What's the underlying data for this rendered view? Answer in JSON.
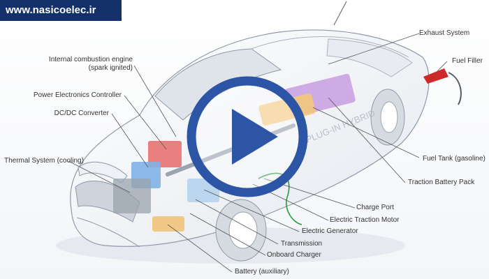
{
  "watermark": {
    "text": "www.nasicoelec.ir"
  },
  "labels": {
    "internal_combustion_line1": "Internal combustion engine",
    "internal_combustion_line2": "(spark ignited)",
    "power_electronics": "Power Electronics Controller",
    "dc_dc": "DC/DC Converter",
    "thermal": "Thermal System (cooling)",
    "exhaust": "Exhaust System",
    "fuel_filler": "Fuel Filler",
    "fuel_tank": "Fuel Tank (gasoline)",
    "traction_battery": "Traction Battery Pack",
    "charge_port": "Charge Port",
    "traction_motor": "Electric Traction Motor",
    "generator": "Electric Generator",
    "transmission": "Transmission",
    "onboard_charger": "Onboard Charger",
    "battery_aux": "Battery (auxiliary)"
  },
  "body_text": "PLUG-IN HYBRID",
  "colors": {
    "brand": "#14306a",
    "play": "#2d55a5",
    "battery": "#c89ee0",
    "tank": "#f4c77a"
  },
  "icons": {
    "play": "play-icon"
  }
}
